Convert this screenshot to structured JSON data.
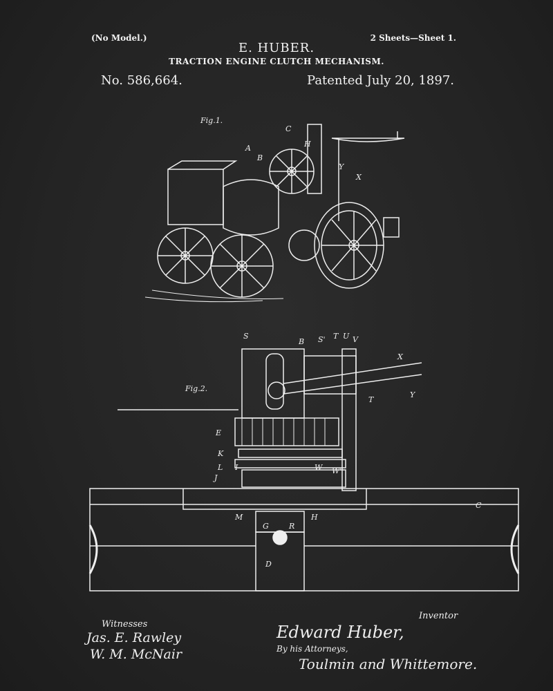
{
  "header": {
    "no_model": "(No Model.)",
    "sheets": "2 Sheets—Sheet 1.",
    "inventor_name": "E. HUBER.",
    "title": "TRACTION ENGINE CLUTCH MECHANISM.",
    "patent_number": "No. 586,664.",
    "patent_date": "Patented July 20, 1897."
  },
  "figures": {
    "fig1": {
      "label": "Fig.1.",
      "callouts": [
        "C",
        "H",
        "A",
        "B",
        "Y",
        "X"
      ]
    },
    "fig2": {
      "label": "Fig.2.",
      "callouts": [
        "S",
        "B",
        "S'",
        "T",
        "U",
        "V",
        "X",
        "Y",
        "T",
        "E",
        "K",
        "L",
        "I",
        "J",
        "W",
        "W'",
        "C",
        "M",
        "H",
        "G",
        "R",
        "D"
      ]
    }
  },
  "signatures": {
    "witnesses_label": "Witnesses",
    "witness_1": "Jas. E. Rawley",
    "witness_2": "W. M. McNair",
    "inventor_label": "Inventor",
    "inventor": "Edward Huber,",
    "attorneys_label": "By his Attorneys,",
    "attorneys": "Toulmin and Whittemore."
  }
}
